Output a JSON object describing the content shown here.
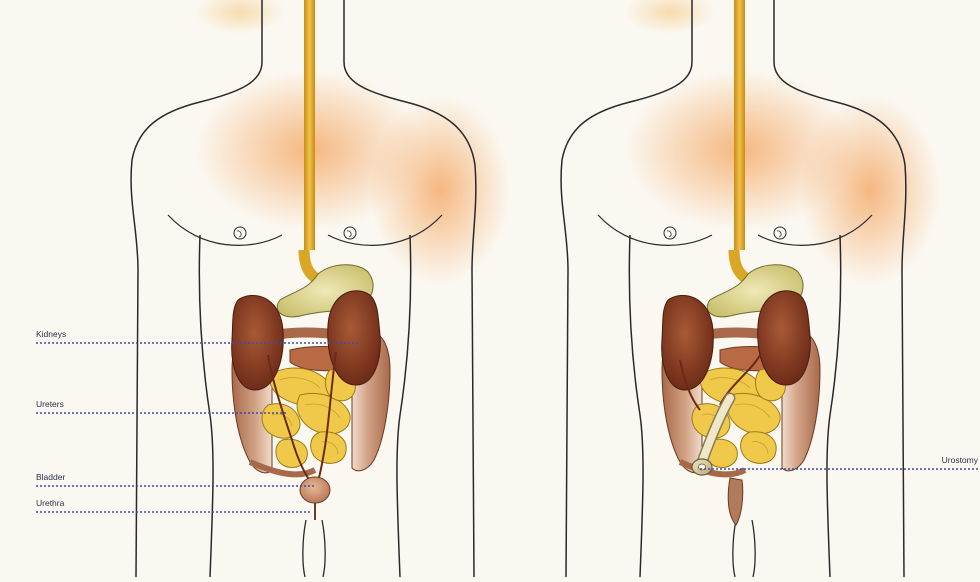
{
  "diagram": {
    "labels": {
      "kidneys": "Kidneys",
      "ureters": "Ureters",
      "bladder": "Bladder",
      "urethra": "Urethra",
      "urostomy": "Urostomy"
    },
    "colors": {
      "background": "#fbf8f1",
      "outline": "#2a2a2a",
      "leader": "#3f4aa8",
      "kidney": "#8c3f24",
      "stomach": "#dcd489",
      "intestine": "#f1c94a",
      "colon": "#b27a5c",
      "esophagus": "#d9a626",
      "shoulder_shade": "#f3a25a"
    }
  }
}
